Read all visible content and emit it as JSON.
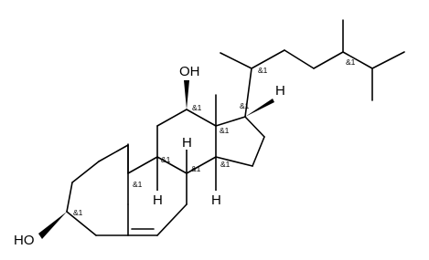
{
  "molecule": {
    "atom_labels": {
      "oh_top": "OH",
      "h_c17": "H",
      "h_c8": "H",
      "h_c9": "H",
      "h_c14": "H",
      "ho_c3": "HO"
    },
    "stereo_label": "&1"
  }
}
